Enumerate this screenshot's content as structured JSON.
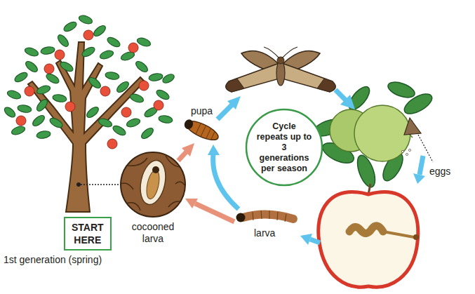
{
  "diagram": {
    "nodes": [
      {
        "text": [
          "Cycle repeats up to 3 generations per season"
        ]
      },
      {
        "text": [
          "cocooned larva"
        ]
      },
      {
        "text": [
          "START HERE"
        ]
      }
    ],
    "labels": [
      "pupa",
      "eggs",
      "larva",
      "1st generation (spring)"
    ]
  }
}
